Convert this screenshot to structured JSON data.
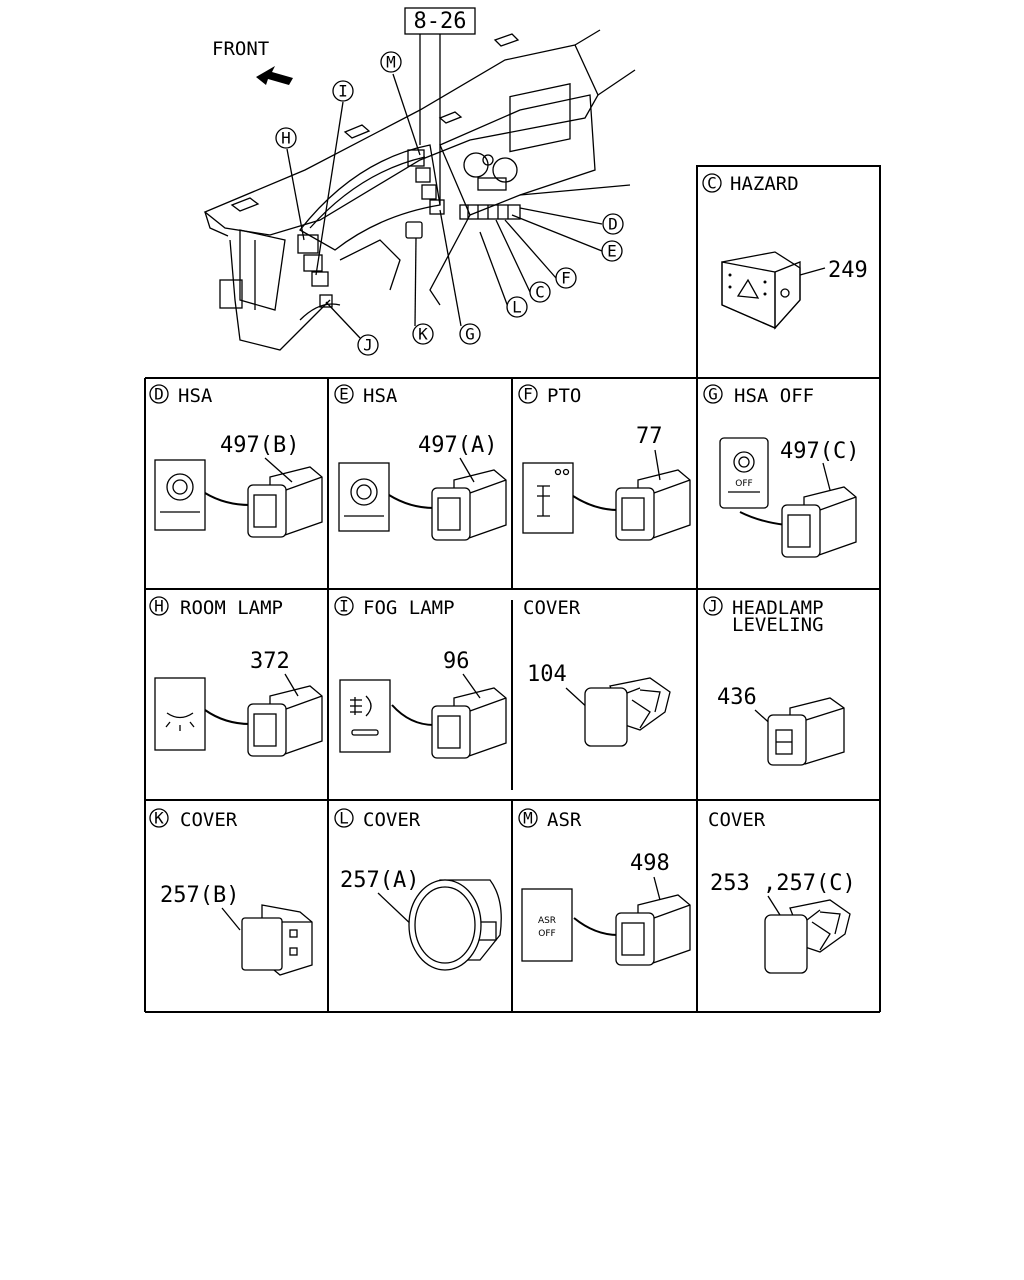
{
  "ref_box": "8-26",
  "front_label": "FRONT",
  "callouts": [
    "M",
    "I",
    "H",
    "D",
    "E",
    "F",
    "C",
    "L",
    "G",
    "K",
    "J"
  ],
  "panels": {
    "C": {
      "letter": "C",
      "title": "HAZARD",
      "part": "249"
    },
    "D": {
      "letter": "D",
      "title": "HSA",
      "part": "497(B)"
    },
    "E": {
      "letter": "E",
      "title": "HSA",
      "part": "497(A)"
    },
    "F": {
      "letter": "F",
      "title": "PTO",
      "part": "77"
    },
    "G": {
      "letter": "G",
      "title": "HSA OFF",
      "part": "497(C)",
      "switch_text": "OFF"
    },
    "H": {
      "letter": "H",
      "title": "ROOM LAMP",
      "part": "372"
    },
    "I": {
      "letter": "I",
      "title": "FOG LAMP",
      "part": "96"
    },
    "cover1": {
      "title": "COVER",
      "part": "104"
    },
    "J": {
      "letter": "J",
      "title_line1": "HEADLAMP",
      "title_line2": "LEVELING",
      "part": "436"
    },
    "K": {
      "letter": "K",
      "title": "COVER",
      "part": "257(B)"
    },
    "L": {
      "letter": "L",
      "title": "COVER",
      "part": "257(A)"
    },
    "M": {
      "letter": "M",
      "title": "ASR",
      "part": "498",
      "switch_text_1": "ASR",
      "switch_text_2": "OFF"
    },
    "cover2": {
      "title": "COVER",
      "part": "253 ,257(C)"
    }
  }
}
